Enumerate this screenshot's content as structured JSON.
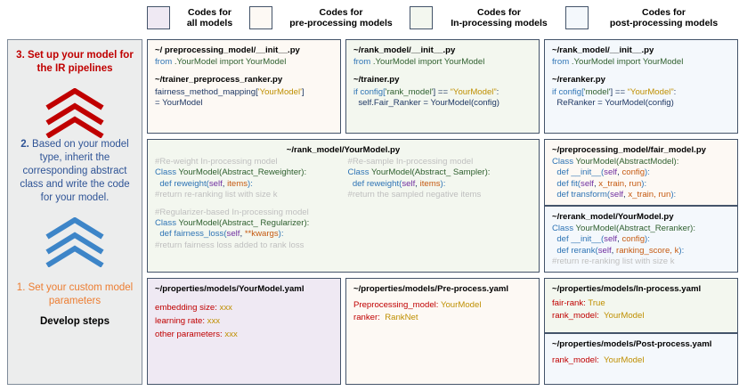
{
  "legend": {
    "items": [
      {
        "label_line1": "Codes for",
        "label_line2": "all models",
        "color": "#efe9f3",
        "name": "all-models"
      },
      {
        "label_line1": "Codes for",
        "label_line2": "pre-processing models",
        "color": "#fdf9f4",
        "name": "pre-processing-models"
      },
      {
        "label_line1": "Codes for",
        "label_line2": "In-processing models",
        "color": "#f3f7ef",
        "name": "in-processing-models"
      },
      {
        "label_line1": "Codes for",
        "label_line2": "post-processing models",
        "color": "#f4f8fc",
        "name": "post-processing-models"
      }
    ]
  },
  "sidebar": {
    "step3": "3. Set up your model for the IR pipelines",
    "step2_num": "2.",
    "step2": "Based on your model type, inherit the corresponding abstract class and write the code for your model.",
    "step1": "1. Set your custom model parameters",
    "footer": "Develop steps",
    "colors": {
      "step3": "#c00000",
      "step2": "#2f5496",
      "step1": "#ed7d31",
      "chevron_top": "#c00000",
      "chevron_bottom": "#3d85c8"
    }
  },
  "panels": {
    "top_left": {
      "file1": "~/ preprocessing_model/__init__.py",
      "file1_line": "from .YourModel import YourModel",
      "file2": "~/trainer_preprocess_ranker.py",
      "file2_line_a": "fairness_method_mapping[",
      "file2_line_a_str": "'YourModel'",
      "file2_line_a_end": "]",
      "file2_line_b": "= YourModel"
    },
    "top_mid": {
      "file1": "~/rank_model/__init__.py",
      "file1_line": "from .YourModel import YourModel",
      "file2": "~/trainer.py",
      "file2_line_a_pre": "if config[",
      "file2_line_a_str1": "'rank_model'",
      "file2_line_a_mid": "] == ",
      "file2_line_a_str2": "“YourModel”",
      "file2_line_a_end": ":",
      "file2_line_b": "  self.Fair_Ranker = YourModel(config)"
    },
    "top_right": {
      "file1": "~/rank_model/__init__.py",
      "file1_line": "from .YourModel import YourModel",
      "file2": "~/reranker.py",
      "file2_line_a_pre": "if config[",
      "file2_line_a_str1": "'model'",
      "file2_line_a_mid": "] == ",
      "file2_line_a_str2": "“YourModel”",
      "file2_line_a_end": ":",
      "file2_line_b": "  ReRanker = YourModel(config)"
    },
    "mid_main": {
      "title": "~/rank_model/YourModel.py",
      "left": {
        "c1": "#Re-weight In-processing model",
        "l1_kw": "Class ",
        "l1_cls": "YourModel(Abstract_Reweighter):",
        "l2_def": "  def ",
        "l2_name": "reweight(",
        "l2_self": "self",
        "l2_comma": ", ",
        "l2_arg": "items",
        "l2_end": "):",
        "c2": "#return re-ranking list with size k",
        "c3": "#Regularizer-based In-processing model",
        "l3_kw": "Class ",
        "l3_cls": "YourModel(Abstract_ Regularizer):",
        "l4_def": "  def ",
        "l4_name": "fairness_loss(",
        "l4_self": "self",
        "l4_comma": ", ",
        "l4_arg": "**kwargs",
        "l4_end": "):",
        "c4": "#return fairness loss added to rank loss"
      },
      "right": {
        "c1": "#Re-sample In-processing model",
        "l1_kw": "Class ",
        "l1_cls": "YourModel(Abstract_ Sampler):",
        "l2_def": "  def ",
        "l2_name": "reweight(",
        "l2_self": "self",
        "l2_comma": ", ",
        "l2_arg": "items",
        "l2_end": "):",
        "c2": "#return the sampled negative items"
      }
    },
    "mid_right_pre": {
      "title": "~/preprocessing_model/fair_model.py",
      "l1_kw": "Class ",
      "l1_cls": "YourModel(AbstractModel):",
      "l2_def": "  def ",
      "l2_name": "__init__(",
      "l2_self": "self",
      "l2_comma": ", ",
      "l2_arg": "config",
      "l2_end": "):",
      "l3_def": "  def ",
      "l3_name": "fit(",
      "l3_self": "self",
      "l3_comma": ", ",
      "l3_arg": "x_train, run",
      "l3_end": "):",
      "l4_def": "  def ",
      "l4_name": "transform(",
      "l4_self": "self",
      "l4_comma": ", ",
      "l4_arg": "x_train, run",
      "l4_end": "):"
    },
    "mid_right_post": {
      "title": "~/rerank_model/YourModel.py",
      "l1_kw": "Class ",
      "l1_cls": "YourModel(Abstract_Reranker):",
      "l2_def": "  def ",
      "l2_name": "__init__(",
      "l2_self": "self",
      "l2_comma": ", ",
      "l2_arg": "config",
      "l2_end": "):",
      "l3_def": "  def ",
      "l3_name": "rerank(",
      "l3_self": "self",
      "l3_comma": ", ",
      "l3_arg": "ranking_score, k",
      "l3_end": "):",
      "c1": "#return re-ranking list with size k"
    },
    "bottom_left": {
      "title": "~/properties/models/YourModel.yaml",
      "rows": [
        {
          "key": "embedding size: ",
          "value": "xxx"
        },
        {
          "key": "learning rate: ",
          "value": "xxx"
        },
        {
          "key": "other parameters: ",
          "value": "xxx"
        }
      ]
    },
    "bottom_mid": {
      "title": "~/properties/models/Pre-process.yaml",
      "rows": [
        {
          "key": "Preprocessing_model: ",
          "value": "YourModel"
        },
        {
          "key": "ranker: ",
          "value": " RankNet"
        }
      ]
    },
    "bottom_right_in": {
      "title": "~/properties/models/In-process.yaml",
      "rows": [
        {
          "key": "fair-rank: ",
          "value": "True"
        },
        {
          "key": "rank_model: ",
          "value": " YourModel"
        }
      ]
    },
    "bottom_right_post": {
      "title": "~/properties/models/Post-process.yaml",
      "rows": [
        {
          "key": "rank_model: ",
          "value": " YourModel"
        }
      ]
    }
  }
}
